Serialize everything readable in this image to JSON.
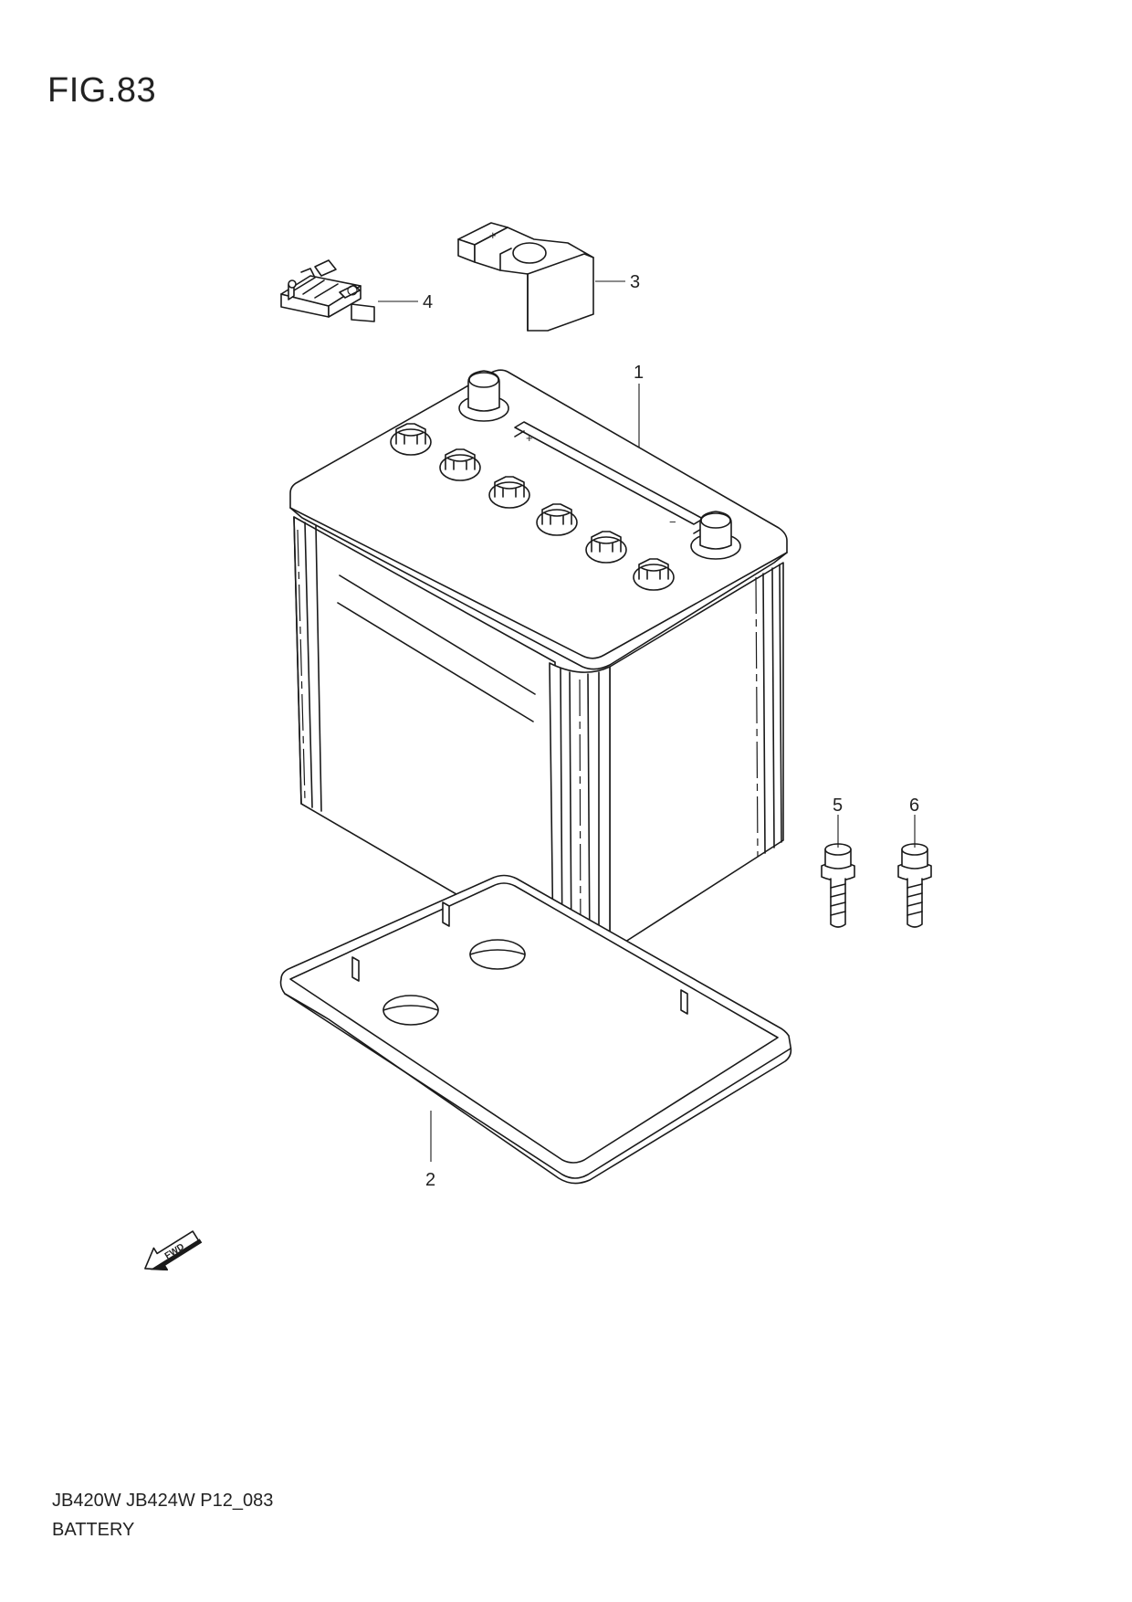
{
  "figure": {
    "title": "FIG.83",
    "code": "JB420W JB424W P12_083",
    "name": "BATTERY"
  },
  "callouts": [
    {
      "id": "battery",
      "label": "1"
    },
    {
      "id": "tray",
      "label": "2"
    },
    {
      "id": "terminal-cover",
      "label": "3"
    },
    {
      "id": "fuse-clip",
      "label": "4"
    },
    {
      "id": "bolt-a",
      "label": "5"
    },
    {
      "id": "bolt-b",
      "label": "6"
    }
  ],
  "battery_marks": {
    "plus": "+",
    "minus": "−"
  },
  "direction_arrow": {
    "text": "FWD"
  }
}
